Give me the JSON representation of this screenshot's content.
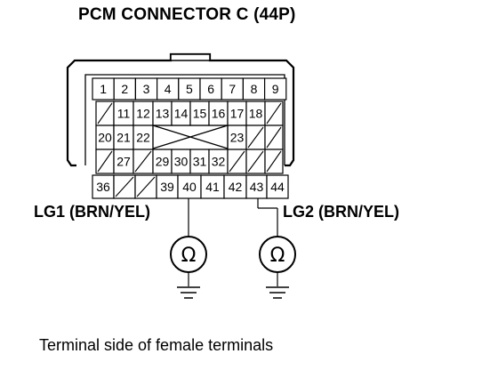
{
  "title": "PCM CONNECTOR C (44P)",
  "wires": [
    {
      "label": "LG1 (BRN/YEL)",
      "terminal": "40"
    },
    {
      "label": "LG2 (BRN/YEL)",
      "terminal": "43"
    }
  ],
  "meter_symbol": "Ω",
  "caption": "Terminal side of female terminals",
  "terminals": {
    "row1": [
      "1",
      "2",
      "3",
      "4",
      "5",
      "6",
      "7",
      "8",
      "9"
    ],
    "row2": [
      "",
      "11",
      "12",
      "13",
      "14",
      "15",
      "16",
      "17",
      "18",
      "",
      ""
    ],
    "row3": [
      "20",
      "21",
      "22",
      "",
      "",
      "",
      "",
      "23",
      "",
      "",
      ""
    ],
    "row4": [
      "",
      "27",
      "",
      "29",
      "30",
      "31",
      "32",
      "",
      "",
      "",
      ""
    ],
    "row5": [
      "36",
      "",
      "",
      "39",
      "40",
      "41",
      "42",
      "43",
      "44"
    ]
  }
}
